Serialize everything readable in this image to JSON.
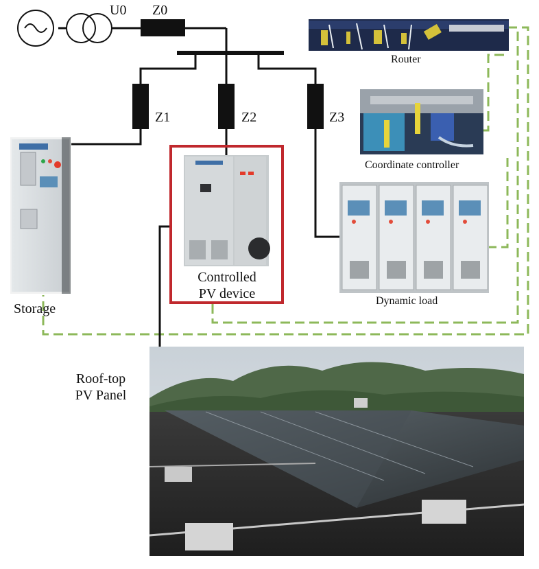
{
  "diagram": {
    "source_label": "U0",
    "line_impedance_label": "Z0",
    "branches": [
      {
        "impedance_label": "Z1"
      },
      {
        "impedance_label": "Z2"
      },
      {
        "impedance_label": "Z3"
      }
    ],
    "devices": {
      "router": "Router",
      "coordinate_controller": "Coordinate controller",
      "storage": "Storage",
      "controlled_pv": "Controlled\nPV device",
      "dynamic_load": "Dynamic load",
      "pv_panel": "Roof-top\nPV Panel"
    },
    "colors": {
      "power_line": "#111111",
      "comm_line": "#8db85a",
      "highlight_box": "#c0282d",
      "impedance": "#111111"
    }
  }
}
